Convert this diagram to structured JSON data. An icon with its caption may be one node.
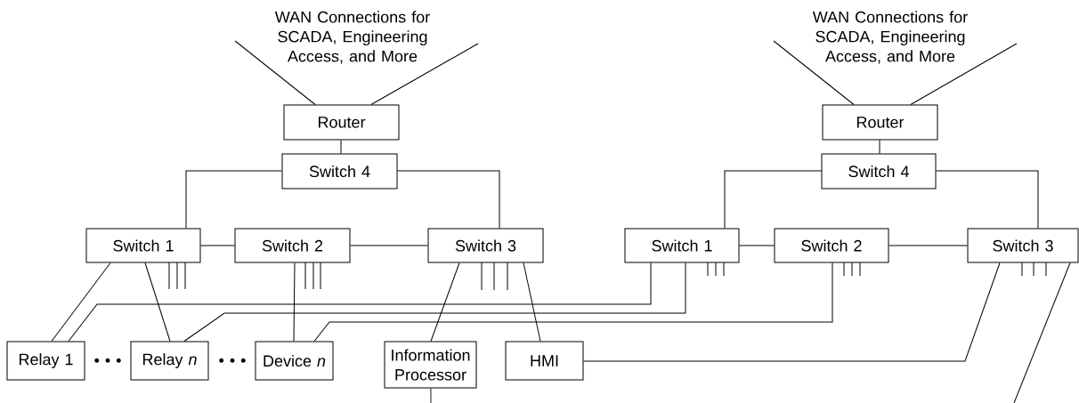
{
  "diagram": {
    "nodes": [
      {
        "text": [
          "Router"
        ]
      },
      {
        "text": [
          "Switch 4"
        ]
      },
      {
        "text": [
          "Switch 1"
        ]
      },
      {
        "text": [
          "Switch 2"
        ]
      },
      {
        "text": [
          "Switch 3"
        ]
      },
      {
        "text": [
          "Relay 1"
        ]
      },
      {
        "text": [
          "Relay *n*"
        ]
      },
      {
        "text": [
          "Device *n*"
        ]
      },
      {
        "text": [
          "Information Processor"
        ]
      },
      {
        "text": [
          "HMI"
        ]
      },
      {
        "text": [
          "Router"
        ]
      },
      {
        "text": [
          "Switch 4"
        ]
      },
      {
        "text": [
          "Switch 1"
        ]
      },
      {
        "text": [
          "Switch 2"
        ]
      },
      {
        "text": [
          "Switch 3"
        ]
      }
    ],
    "edges": [
      {
        "from": null,
        "to": 0,
        "arrow": "none"
      },
      {
        "from": null,
        "to": 0,
        "arrow": "none"
      },
      {
        "from": 0,
        "to": 1,
        "arrow": "none"
      },
      {
        "from": 1,
        "to": 2,
        "arrow": "none"
      },
      {
        "from": 1,
        "to": 4,
        "arrow": "none"
      },
      {
        "from": 2,
        "to": 3,
        "arrow": "none"
      },
      {
        "from": 3,
        "to": 4,
        "arrow": "none"
      },
      {
        "from": 2,
        "to": 5,
        "arrow": "none"
      },
      {
        "from": 2,
        "to": 6,
        "arrow": "none"
      },
      {
        "from": 3,
        "to": 7,
        "arrow": "none"
      },
      {
        "from": 4,
        "to": 8,
        "arrow": "none"
      },
      {
        "from": 4,
        "to": 9,
        "arrow": "none"
      },
      {
        "from": 5,
        "to": 12,
        "arrow": "none"
      },
      {
        "from": 6,
        "to": 12,
        "arrow": "none"
      },
      {
        "from": 7,
        "to": 13,
        "arrow": "none"
      },
      {
        "from": 9,
        "to": 14,
        "arrow": "none"
      },
      {
        "from": 8,
        "to": null,
        "arrow": "none"
      },
      {
        "from": null,
        "to": 10,
        "arrow": "none"
      },
      {
        "from": null,
        "to": 10,
        "arrow": "none"
      },
      {
        "from": 10,
        "to": 11,
        "arrow": "none"
      },
      {
        "from": 11,
        "to": 12,
        "arrow": "none"
      },
      {
        "from": 11,
        "to": 14,
        "arrow": "none"
      },
      {
        "from": 12,
        "to": 13,
        "arrow": "none"
      },
      {
        "from": 13,
        "to": 14,
        "arrow": "none"
      },
      {
        "from": 14,
        "to": null,
        "arrow": "none"
      }
    ],
    "labels": [
      "WAN Connections for SCADA, Engineering Access, and More",
      "WAN Connections for SCADA, Engineering Access, and More",
      "• • •",
      "• • •"
    ]
  }
}
